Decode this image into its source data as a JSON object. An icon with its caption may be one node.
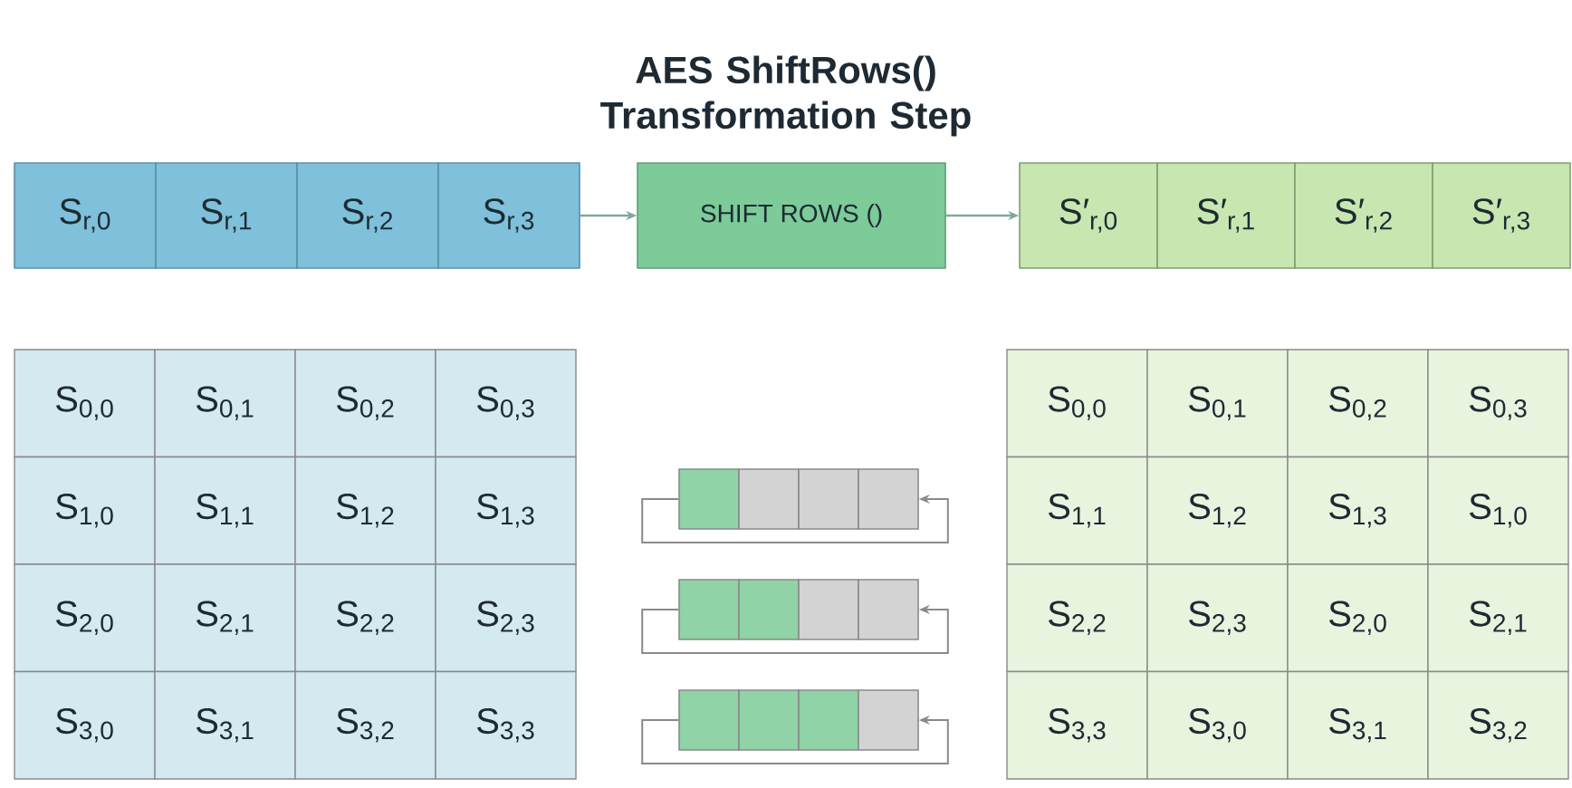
{
  "diagram": {
    "title": "AES ShiftRows() Transformation Step",
    "nodes": [
      {
        "text": [
          "S$_{r,0}$"
        ]
      },
      {
        "text": [
          "S$_{r,1}$"
        ]
      },
      {
        "text": [
          "S$_{r,2}$"
        ]
      },
      {
        "text": [
          "S$_{r,3}$"
        ]
      },
      {
        "text": [
          "SHIFT ROWS ()"
        ]
      },
      {
        "text": [
          "S′$_{r,0}$"
        ]
      },
      {
        "text": [
          "S′$_{r,1}$"
        ]
      },
      {
        "text": [
          "S′$_{r,2}$"
        ]
      },
      {
        "text": [
          "S′$_{r,3}$"
        ]
      },
      {
        "text": [],
        "shape": "box"
      },
      {
        "text": [],
        "shape": "box"
      },
      {
        "text": [],
        "shape": "box"
      },
      {
        "text": [],
        "shape": "box"
      },
      {
        "text": [],
        "shape": "box"
      },
      {
        "text": [],
        "shape": "box"
      },
      {
        "text": [],
        "shape": "box"
      },
      {
        "text": [],
        "shape": "box"
      },
      {
        "text": [],
        "shape": "box"
      },
      {
        "text": [],
        "shape": "box"
      },
      {
        "text": [],
        "shape": "box"
      },
      {
        "text": [],
        "shape": "box"
      }
    ],
    "edges": [
      {
        "from": 3,
        "to": 4,
        "arrow": "to"
      },
      {
        "from": 4,
        "to": 5,
        "arrow": "to"
      },
      {
        "from": 9,
        "to": 12,
        "arrow": "to"
      },
      {
        "from": 13,
        "to": 16,
        "arrow": "to"
      },
      {
        "from": 17,
        "to": 20,
        "arrow": "to"
      }
    ],
    "labels": [
      "S$_{0,0}$",
      "S$_{0,1}$",
      "S$_{0,2}$",
      "S$_{0,3}$",
      "S$_{1,0}$",
      "S$_{1,1}$",
      "S$_{1,2}$",
      "S$_{1,3}$",
      "S$_{2,0}$",
      "S$_{2,1}$",
      "S$_{2,2}$",
      "S$_{2,3}$",
      "S$_{3,0}$",
      "S$_{3,1}$",
      "S$_{3,2}$",
      "S$_{3,3}$",
      "S$_{0,0}$",
      "S$_{0,1}$",
      "S$_{0,2}$",
      "S$_{0,3}$",
      "S$_{1,1}$",
      "S$_{1,2}$",
      "S$_{1,3}$",
      "S$_{1,0}$",
      "S$_{2,2}$",
      "S$_{2,3}$",
      "S$_{2,0}$",
      "S$_{2,1}$",
      "S$_{3,3}$",
      "S$_{3,0}$",
      "S$_{3,1}$",
      "S$_{3,2}$"
    ]
  }
}
